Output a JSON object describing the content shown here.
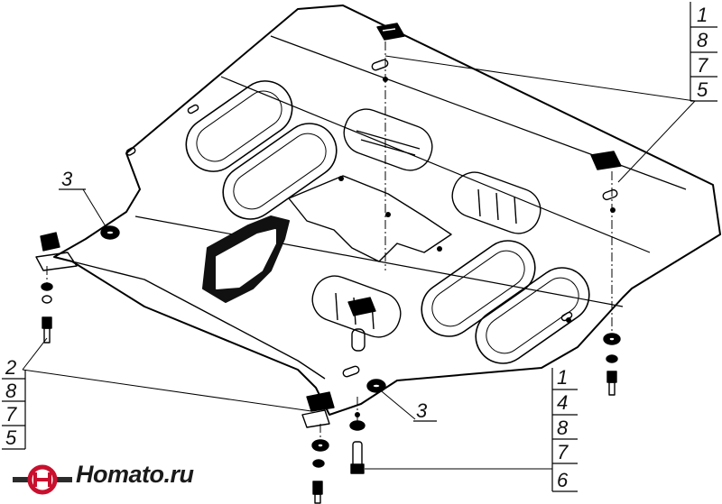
{
  "logo": {
    "text": "Homato.ru",
    "colors": {
      "ring": "#c8102e",
      "bar": "#2b2b2b"
    }
  },
  "callouts": {
    "top_right": [
      "1",
      "8",
      "7",
      "5"
    ],
    "left": [
      "2",
      "8",
      "7",
      "5"
    ],
    "bottom_right": [
      "1",
      "4",
      "8",
      "7",
      "6"
    ],
    "single_left": "3",
    "single_bottom": "3"
  }
}
